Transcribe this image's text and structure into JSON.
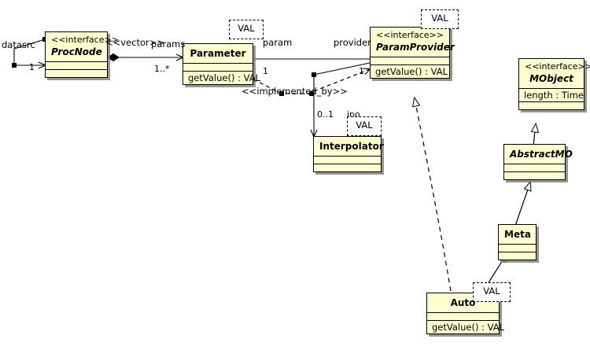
{
  "diagram": {
    "type": "uml-class-diagram",
    "title": "",
    "colors": {
      "class_fill": "#FEFECE",
      "class_border": "#000000",
      "shadow": "#828282",
      "background": "#FFFFFF",
      "template_box_fill": "#FFFFFF"
    }
  },
  "classes": [
    {
      "id": "procnode",
      "stereotype": "<<interface>>",
      "name": "ProcNode",
      "abstract": true,
      "attributes": [],
      "operations": []
    },
    {
      "id": "parameter",
      "stereotype": "",
      "name": "Parameter",
      "abstract": false,
      "attributes": [],
      "operations": [
        "getValue() : VAL"
      ]
    },
    {
      "id": "paramprovider",
      "stereotype": "<<interface>>",
      "name": "ParamProvider",
      "abstract": true,
      "attributes": [],
      "operations": [
        "getValue() : VAL"
      ]
    },
    {
      "id": "interpolator",
      "stereotype": "",
      "name": "Interpolator",
      "abstract": false,
      "attributes": [],
      "operations": []
    },
    {
      "id": "mobject",
      "stereotype": "<<interface>>",
      "name": "MObject",
      "abstract": true,
      "attributes": [
        "length : Time"
      ],
      "operations": []
    },
    {
      "id": "abstractmo",
      "stereotype": "",
      "name": "AbstractMO",
      "abstract": true,
      "attributes": [],
      "operations": []
    },
    {
      "id": "meta",
      "stereotype": "",
      "name": "Meta",
      "abstract": false,
      "attributes": [],
      "operations": []
    },
    {
      "id": "auto",
      "stereotype": "",
      "name": "Auto",
      "abstract": false,
      "attributes": [],
      "operations": [
        "getValue() : VAL"
      ]
    }
  ],
  "template_params": [
    {
      "id": "val-parameter",
      "label": "VAL",
      "owner": "parameter"
    },
    {
      "id": "val-paramprovider",
      "label": "VAL",
      "owner": "paramprovider"
    },
    {
      "id": "val-interpolator",
      "label": "VAL",
      "owner": "interpolator"
    },
    {
      "id": "val-auto",
      "label": "VAL",
      "owner": "auto"
    }
  ],
  "edge_labels": {
    "datasrc": "datasrc",
    "datasrc_mult": "1",
    "vector_stereotype": "<<vector>>",
    "params_role": "params",
    "params_mult": "1..*",
    "param_role": "param",
    "param_mult": "1",
    "provider_role": "provider",
    "provider_mult": "1",
    "implemented_by": "<<implemented_by>>",
    "ipo_role": "ipo",
    "ipo_mult": "0..1"
  },
  "relations": [
    {
      "from": "procnode",
      "to": "procnode",
      "kind": "association",
      "role": "datasrc",
      "multiplicity": "1"
    },
    {
      "from": "procnode",
      "to": "parameter",
      "kind": "composition",
      "stereotype": "<<vector>>",
      "role": "params",
      "multiplicity": "1..*"
    },
    {
      "from": "parameter",
      "to": "paramprovider",
      "kind": "association",
      "source_role": "param",
      "source_multiplicity": "1",
      "target_role": "provider",
      "target_multiplicity": "1"
    },
    {
      "from": "parameter",
      "to": "paramprovider",
      "kind": "dependency",
      "stereotype": "<<implemented_by>>"
    },
    {
      "from": "paramprovider",
      "to": "interpolator",
      "kind": "association",
      "role": "ipo",
      "multiplicity": "0..1"
    },
    {
      "from": "abstractmo",
      "to": "mobject",
      "kind": "realization"
    },
    {
      "from": "meta",
      "to": "abstractmo",
      "kind": "realization"
    },
    {
      "from": "auto",
      "to": "meta",
      "kind": "generalization"
    },
    {
      "from": "auto",
      "to": "paramprovider",
      "kind": "realization"
    }
  ]
}
